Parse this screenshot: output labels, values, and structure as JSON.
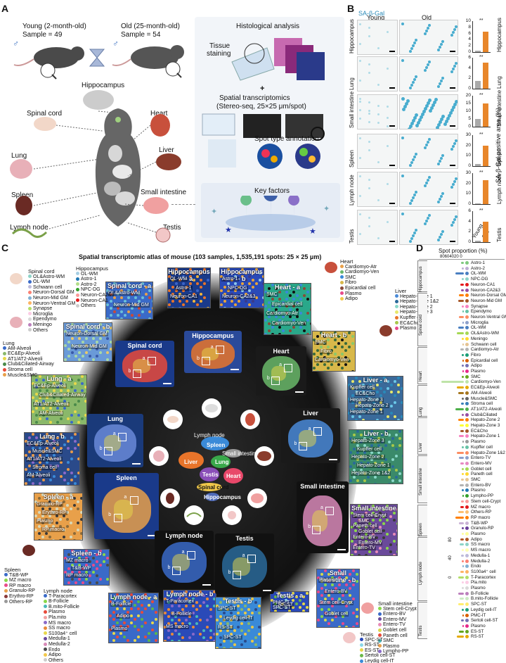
{
  "panels": {
    "a": "A",
    "b": "B",
    "c": "C",
    "d": "D"
  },
  "panelA": {
    "young": "Young (2-month-old)",
    "young_n": "Sample = 49",
    "old": "Old (25-month-old)",
    "old_n": "Sample = 54",
    "organs": {
      "hippocampus": "Hippocampus",
      "spinal": "Spinal cord",
      "heart": "Heart",
      "lung": "Lung",
      "liver": "Liver",
      "spleen": "Spleen",
      "si": "Small intestine",
      "ln": "Lymph node",
      "testis": "Testis"
    },
    "histo": "Histological analysis",
    "tissue": "Tissue",
    "staining": "staining",
    "plus": "+",
    "stx1": "Spatial transcriptomics",
    "stx2": "(Stereo-seq, 25×25 μm/spot)",
    "spot": "Spot type annotation",
    "key": "Key factors"
  },
  "panelB": {
    "title": "SA-β-Gal",
    "young": "Young",
    "old": "Old",
    "rows": [
      "Hippocampus",
      "Lung",
      "Small intestine",
      "Spleen",
      "Lymph node",
      "Testis"
    ],
    "ylabel": "SA-β-Gal positive area (%)",
    "xcat": [
      "Young",
      "Old"
    ],
    "sig": "**",
    "charts": [
      {
        "name": "Hippocampus",
        "ticks": [
          "10",
          "8",
          "6",
          "4",
          "2",
          "0"
        ],
        "young": 0.4,
        "old": 6.5,
        "ymax": 10
      },
      {
        "name": "Lung",
        "ticks": [
          "6",
          "4",
          "2",
          "0"
        ],
        "young": 1.5,
        "old": 5,
        "ymax": 6
      },
      {
        "name": "Small intestine",
        "ticks": [
          "20",
          "15",
          "10",
          "5",
          "0"
        ],
        "young": 5,
        "old": 15,
        "ymax": 20
      },
      {
        "name": "Spleen",
        "ticks": [
          "30",
          "20",
          "10",
          "0"
        ],
        "young": 2,
        "old": 20,
        "ymax": 30
      },
      {
        "name": "Lymph node",
        "ticks": [
          "30",
          "20",
          "10",
          "0"
        ],
        "young": 1,
        "old": 23,
        "ymax": 30
      },
      {
        "name": "Testis",
        "ticks": [
          "6",
          "4",
          "2",
          "0"
        ],
        "young": 0.3,
        "old": 4,
        "ymax": 6
      }
    ]
  },
  "panelC": {
    "title": "Spatial transcriptomic atlas of mouse (103 samples, 1,535,191 spots: 25 × 25 μm)",
    "hippocampus_leg": {
      "h": "Hippocampus",
      "items": [
        "OL-WM",
        "Astro-1",
        "Astro-2",
        "NPC-DG",
        "Neuron-CA2&3",
        "Neuron-CA1",
        "Others"
      ]
    },
    "spinal_leg": {
      "h": "Spinal cord",
      "items": [
        "OL&Astro-WM",
        "OL-WM",
        "Schwann cell",
        "Neuron-Dorsal GM",
        "Neuron-Mid GM",
        "Neuron-Ventral GM",
        "Synapse",
        "Microglia",
        "Ependymo",
        "Meningo",
        "Others"
      ]
    },
    "heart_leg": {
      "h": "Heart",
      "items": [
        "Cardiomyo-Atr",
        "Cardiomyo-Ven",
        "SMC",
        "Fibro",
        "Epicardial cell",
        "Plasmo",
        "Adipo"
      ]
    },
    "liver_leg": {
      "h": "Liver",
      "items": [
        "Hepato-Zone 1",
        "Hepato-Zone 1&2",
        "Hepato-Zone 2",
        "Hepato-Zone 3",
        "Kupffer cell",
        "EC&Cho",
        "Plasmo"
      ]
    },
    "lung_leg": {
      "h": "Lung",
      "items": [
        "AM-Alveoli",
        "EC&Ep-Alveoli",
        "AT1/AT2-Alveoli",
        "Club&Ciliated-Airway",
        "Stroma cell",
        "Muscle&SMC"
      ]
    },
    "spleen_leg": {
      "h": "Spleen",
      "items": [
        "T&B-WP",
        "MZ macro",
        "RP macro",
        "Granulo-RP",
        "Erythro-RP",
        "Others-RP"
      ]
    },
    "ln_leg": {
      "h": "Lymph node",
      "items": [
        "T-Paracortex",
        "B-Follicle",
        "B.mito-Follicle",
        "Plasmo",
        "Pla.mito",
        "MS macro",
        "SS macro",
        "S100a4⁺ cell",
        "Medulla-1",
        "Medulla-2",
        "Endo",
        "Adipo",
        "Others"
      ]
    },
    "si_leg": {
      "h": "Small intestine",
      "items": [
        "Stem cell-Crypt",
        "Entero-BV",
        "Entero-MV",
        "Entero-TV",
        "Goblet cell",
        "Paneth cell",
        "SMC",
        "Plasmo",
        "Lympho-PP"
      ]
    },
    "testis_leg": {
      "h": "Testis",
      "items": [
        "SPC-ST",
        "RS-ST",
        "ES-ST",
        "Sertoli cell-ST",
        "Leydig cell-IT",
        "PMC-IT",
        "Plasmo"
      ]
    },
    "tiles": {
      "hip_a": "Hippocampus - a",
      "hip_b": "Hippocampus - b",
      "sc_a": "Spinal cord - a",
      "sc_b": "Spinal cord - b",
      "heart_a": "Heart - a",
      "heart_b": "Heart - b",
      "lung_a": "Lung - a",
      "lung_b": "Lung - b",
      "liver_a": "Liver - a",
      "liver_b": "Liver - b",
      "spleen_a": "Spleen - a",
      "spleen_b": "Spleen - b",
      "ln_a": "Lymph node - a",
      "ln_b": "Lymph node - b",
      "si_a": "Small intestine - a",
      "si_b": "Small intestine - b",
      "testis_a": "Testis - a",
      "testis_b": "Testis - b"
    },
    "sections": {
      "hip": "Hippocampus",
      "sc": "Spinal cord",
      "heart": "Heart",
      "lung": "Lung",
      "liver": "Liver",
      "spleen": "Spleen",
      "si": "Small intestine",
      "ln": "Lymph node",
      "testis": "Testis"
    },
    "center": {
      "ln": "Lymph node",
      "spleen": "Spleen",
      "si": "Small intestine",
      "liver": "Liver",
      "lung": "Lung",
      "testis": "Testis",
      "heart": "Heart",
      "sc": "Spinal cord",
      "hip": "Hippocampus"
    },
    "ab": {
      "a": "a",
      "b": "b"
    },
    "tile_labels": {
      "hip_a": [
        "OL-WM",
        "Astro-1",
        "Neuron-CA1"
      ],
      "hip_b": [
        "Astro-1",
        "NPC-DG",
        "Neuron-CA2&3"
      ],
      "sc_a": [
        "OL&Astro-WM",
        "Neuron-Mid GM"
      ],
      "sc_b": [
        "Neuron-Dorsal GM",
        "Neuron-Mid GM"
      ],
      "heart_a": [
        "SMC",
        "Epicardial cell",
        "Cardiomyo-Atr",
        "Cardiomyo-Ven"
      ],
      "heart_b": [
        "SMC",
        "Fibro",
        "Cardiomyo-Ven"
      ],
      "lung_a": [
        "EC&Ep-Alveoli",
        "Club&Ciliated-Airway",
        "AT1/AT2-Alveoli",
        "AM-Alveoli"
      ],
      "lung_b": [
        "EC&Ep-Alveoli",
        "Muscle&SMC",
        "AT1/AT2-Alveoli",
        "Stroma cell",
        "AM-Alveoli"
      ],
      "liver_a": [
        "Kupffer cell",
        "EC&Cho",
        "Hepato-Zone 3",
        "Hepato-Zone 2",
        "Hepato-Zone 1"
      ],
      "liver_b": [
        "Hepato-Zone 3",
        "Kupffer cell",
        "Hepato-Zone 2",
        "Hepato-Zone 1",
        "Hepato-Zone 1&2"
      ],
      "spleen_a": [
        "Granulo-RP",
        "Erythro-RP",
        "Plasmo",
        "RP macro"
      ],
      "spleen_b": [
        "MZ macro",
        "T&B-WP",
        "RP macro"
      ],
      "ln_a": [
        "B-Follicle",
        "Adipo",
        "Plasmo"
      ],
      "ln_b": [
        "T-Paracortex",
        "B-Follicle",
        "MS macro"
      ],
      "si_a": [
        "Stem cell-Crypt",
        "SMC",
        "Paneth cell",
        "Goblet cell",
        "Entero-BV",
        "Entero-MV",
        "Entero-TV"
      ],
      "si_b": [
        "Plasmo",
        "Entero-BV",
        "Stem cell-Crypt",
        "Goblet cell"
      ],
      "testis_a": [
        "PMC-IT",
        "RS-ST",
        "SPC-ST"
      ],
      "testis_b": [
        "SPC-ST",
        "Leydig cell-IT",
        "RS-ST",
        "SPC-ST"
      ]
    }
  },
  "panelD": {
    "axis": "Spot proportion (%)",
    "ticks": "80604020 0",
    "ticks2": [
      "80",
      "40",
      "0"
    ],
    "groups": [
      "Hippocampus",
      "Spinal cord",
      "Heart",
      "Lung",
      "Liver",
      "Small intestine",
      "Spleen",
      "Lymph node",
      "Testis"
    ],
    "items": [
      "Astro-1",
      "Astro-2",
      "OL-WM",
      "NPC-DG",
      "Neuron-CA1",
      "Neuron-CA2&3",
      "Neuron-Dorsal GM",
      "Neuron-Mid GM",
      "Synapse",
      "Ependymo",
      "Neuron-Ventral GM",
      "Microglia",
      "OL-WM",
      "OL&Astro-WM",
      "Meningo",
      "Schwann cell",
      "Cardiomyo-Atr",
      "Fibro",
      "Epicardial cell",
      "Adipo",
      "Plasmo",
      "SMC",
      "Cardiomyo-Ven",
      "EC&Ep-Alveoli",
      "AM-Alveoli",
      "Muscle&SMC",
      "Stroma cell",
      "AT1/AT2-Alveoli",
      "Club&Ciliated",
      "Hepato-Zone 2",
      "Hepato-Zone 3",
      "EC&Cho",
      "Hepato-Zone 1",
      "Plasmo",
      "Kupffer cell",
      "Hepato-Zone 1&2",
      "Entero-TV",
      "Entero-MV",
      "Goblet cell",
      "Paneth cell",
      "SMC",
      "Entero-BV",
      "Plasmo",
      "Lympho-PP",
      "Stem cell-Crypt",
      "MZ macro",
      "Others-RP",
      "RP macro",
      "T&B-WP",
      "Granulo-RP",
      "Plasmo",
      "Adipo",
      "SS macro",
      "MS macro",
      "Medulla-1",
      "Medulla-2",
      "Endo",
      "S100a4⁺ cell",
      "T-Paracortex",
      "Pla.mito",
      "Plasmo",
      "B-Follicle",
      "B.mito-Follicle",
      "SPC-ST",
      "Leydig cell-IT",
      "PMC-IT",
      "Sertoli cell-ST",
      "Plasmo",
      "ES-ST",
      "RS-ST"
    ],
    "colors": [
      "#7fc97f",
      "#beaed4",
      "#4a7fc1",
      "#8dd3c7",
      "#e41a1c",
      "#984ea3",
      "#ff7f00",
      "#a65628",
      "#f781bf",
      "#66c2a5",
      "#fc8d62",
      "#8da0cb",
      "#4a7fc1",
      "#a6d854",
      "#ffd92f",
      "#e5c494",
      "#b3b3b3",
      "#1b9e77",
      "#d95f02",
      "#7570b3",
      "#e7298a",
      "#66a61e",
      "#bfe4a8",
      "#e6ab02",
      "#a6761d",
      "#666666",
      "#377eb8",
      "#4daf4a",
      "#984ea3",
      "#ff7f00",
      "#ffff33",
      "#a65628",
      "#f781bf",
      "#999999",
      "#66c2a5",
      "#fc8d62",
      "#8da0cb",
      "#e78ac3",
      "#a6d854",
      "#ffd92f",
      "#e5c494",
      "#b3b3b3",
      "#1f78b4",
      "#33a02c",
      "#fb9a99",
      "#e31a1c",
      "#fdbf6f",
      "#ff7f00",
      "#cab2d6",
      "#6a3d9a",
      "#ffff99",
      "#b15928",
      "#8dd3c7",
      "#ffffb3",
      "#bebada",
      "#fb8072",
      "#80b1d3",
      "#fdb462",
      "#b3de69",
      "#fccde5",
      "#d9d9d9",
      "#bc80bd",
      "#ccebc5",
      "#ffed6f",
      "#1b9e77",
      "#d95f02",
      "#7570b3",
      "#e7298a",
      "#66a61e",
      "#e6ab02"
    ],
    "props": [
      5,
      4,
      14,
      3,
      6,
      5,
      8,
      9,
      3,
      2,
      8,
      2,
      10,
      12,
      3,
      2,
      6,
      3,
      2,
      4,
      2,
      3,
      38,
      12,
      10,
      4,
      5,
      14,
      3,
      9,
      7,
      6,
      8,
      2,
      3,
      12,
      8,
      6,
      4,
      3,
      5,
      7,
      3,
      2,
      5,
      6,
      10,
      14,
      8,
      4,
      3,
      6,
      7,
      4,
      5,
      4,
      2,
      6,
      9,
      3,
      4,
      10,
      7,
      9,
      3,
      2,
      5,
      2,
      8,
      12
    ]
  }
}
